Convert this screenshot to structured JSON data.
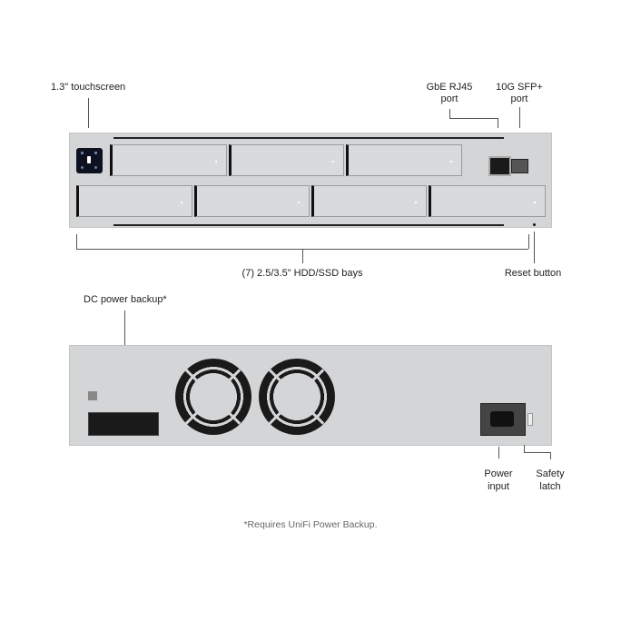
{
  "labels": {
    "touchscreen": "1.3\" touchscreen",
    "rj45_line1": "GbE RJ45",
    "rj45_line2": "port",
    "sfp_line1": "10G SFP+",
    "sfp_line2": "port",
    "bays": "(7) 2.5/3.5\" HDD/SSD bays",
    "reset": "Reset button",
    "dc_backup": "DC power backup*",
    "power_line1": "Power",
    "power_line2": "input",
    "latch_line1": "Safety",
    "latch_line2": "latch"
  },
  "footnote": "*Requires UniFi Power Backup.",
  "colors": {
    "chassis": "#d4d5d7",
    "accent": "#1a1a1a"
  },
  "icons": [
    "touchscreen-display",
    "rj45-port",
    "sfp-port",
    "cooling-fan",
    "power-inlet",
    "dc-connector"
  ]
}
